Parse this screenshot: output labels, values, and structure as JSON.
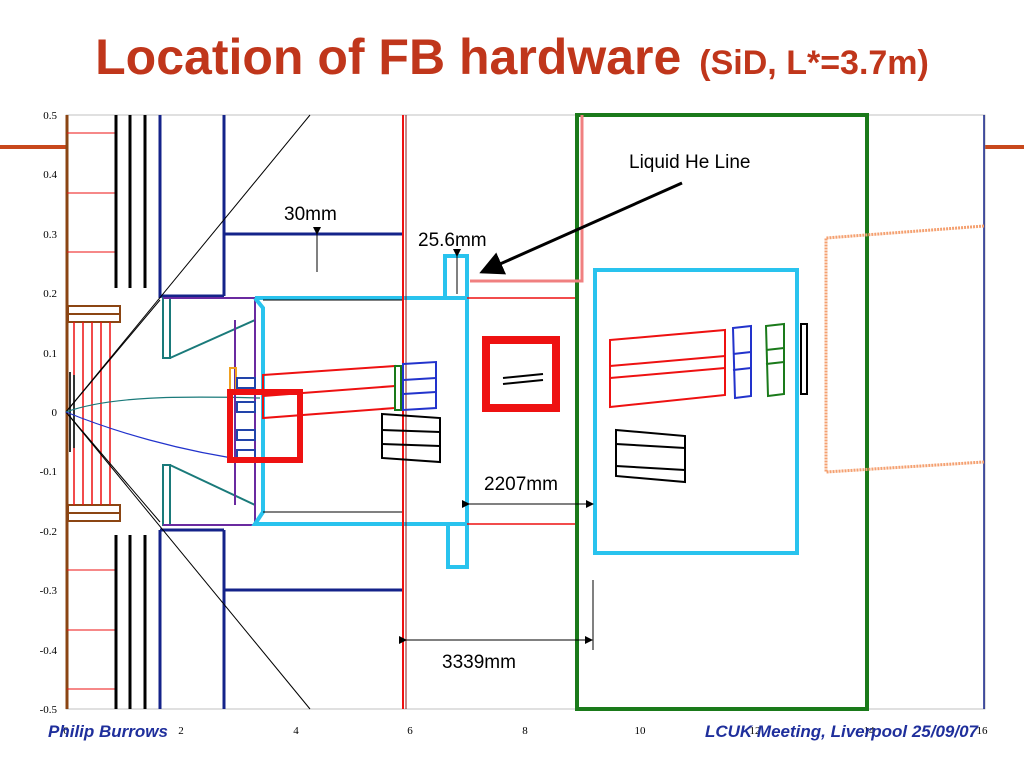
{
  "title": {
    "main": "Location of FB hardware",
    "sub": "(SiD, L*=3.7m)"
  },
  "annotations": {
    "liquid_he_line": "Liquid He Line",
    "gap_30mm": "30mm",
    "gap_25_6mm": "25.6mm",
    "dist_2207mm": "2207mm",
    "dist_3339mm": "3339mm"
  },
  "axes": {
    "y_ticks": [
      "0.5",
      "0.4",
      "0.3",
      "0.2",
      "0.1",
      "0",
      "-0.1",
      "-0.2",
      "-0.3",
      "-0.4",
      "-0.5"
    ],
    "x_ticks": [
      "0",
      "2",
      "4",
      "6",
      "8",
      "10",
      "12",
      "14",
      "16"
    ]
  },
  "footer": {
    "left": "Philip Burrows",
    "right": "LCUK Meeting, Liverpool 25/09/07"
  },
  "colors": {
    "title": "#c0361b",
    "footer": "#1f2f9c",
    "accent_rule": "#c8481c",
    "magnet_navy": "#14238a",
    "beampipe_cyan": "#29c3ee",
    "feedback_red": "#ee1111",
    "cryostat_green": "#1a7a1a",
    "he_line_pink": "#f08080"
  }
}
